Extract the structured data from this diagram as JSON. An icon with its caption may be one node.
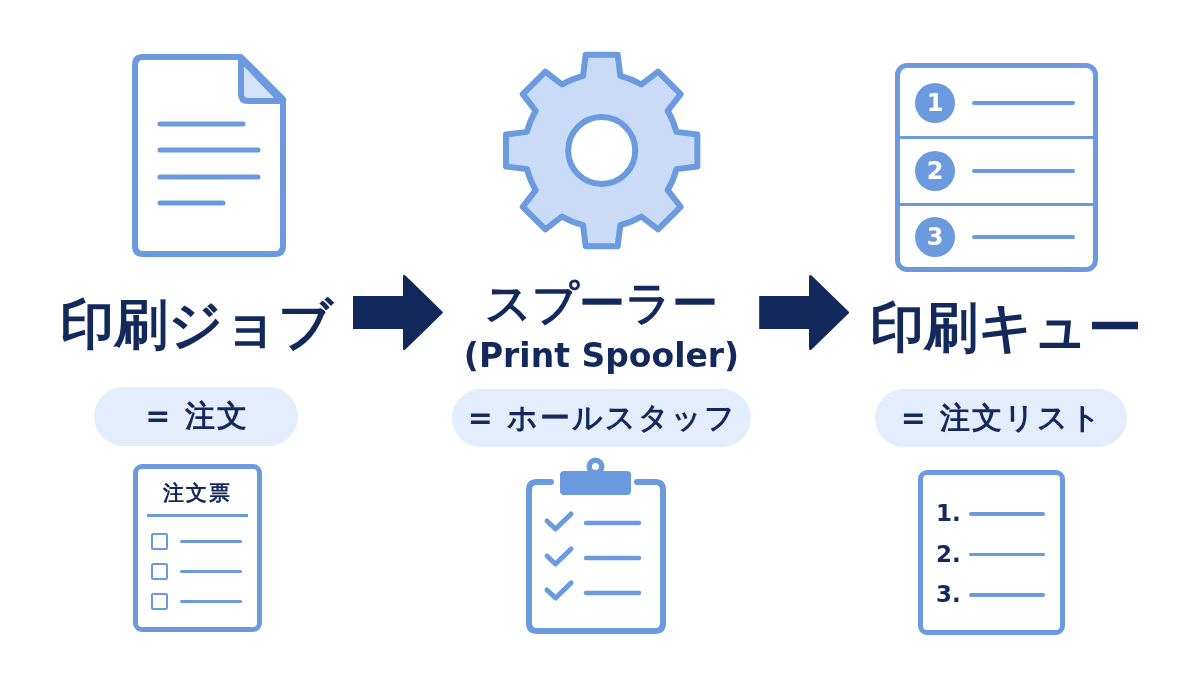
{
  "diagram": {
    "nodes": [
      {
        "text": [],
        "shape": "picture"
      },
      {
        "text": [
          "印刷ジョブ"
        ]
      },
      {
        "text": [
          "= 注文"
        ]
      },
      {
        "text": [
          "注文票"
        ]
      },
      {
        "text": [],
        "shape": "picture"
      },
      {
        "text": [
          "スプーラー",
          "(Print Spooler)"
        ]
      },
      {
        "text": [
          "= ホールスタッフ"
        ]
      },
      {
        "text": [],
        "shape": "picture"
      },
      {
        "text": [],
        "shape": "box"
      },
      {
        "text": [
          "1"
        ],
        "in": 8
      },
      {
        "text": [
          "2"
        ],
        "in": 8
      },
      {
        "text": [
          "3"
        ],
        "in": 8
      },
      {
        "text": [
          "印刷キュー"
        ]
      },
      {
        "text": [
          "= 注文リスト"
        ]
      },
      {
        "text": [
          "1.",
          "2.",
          "3."
        ]
      }
    ],
    "edges": [
      {
        "from": 1,
        "to": 5,
        "arrow": "to"
      },
      {
        "from": 5,
        "to": 12,
        "arrow": "to"
      }
    ]
  }
}
